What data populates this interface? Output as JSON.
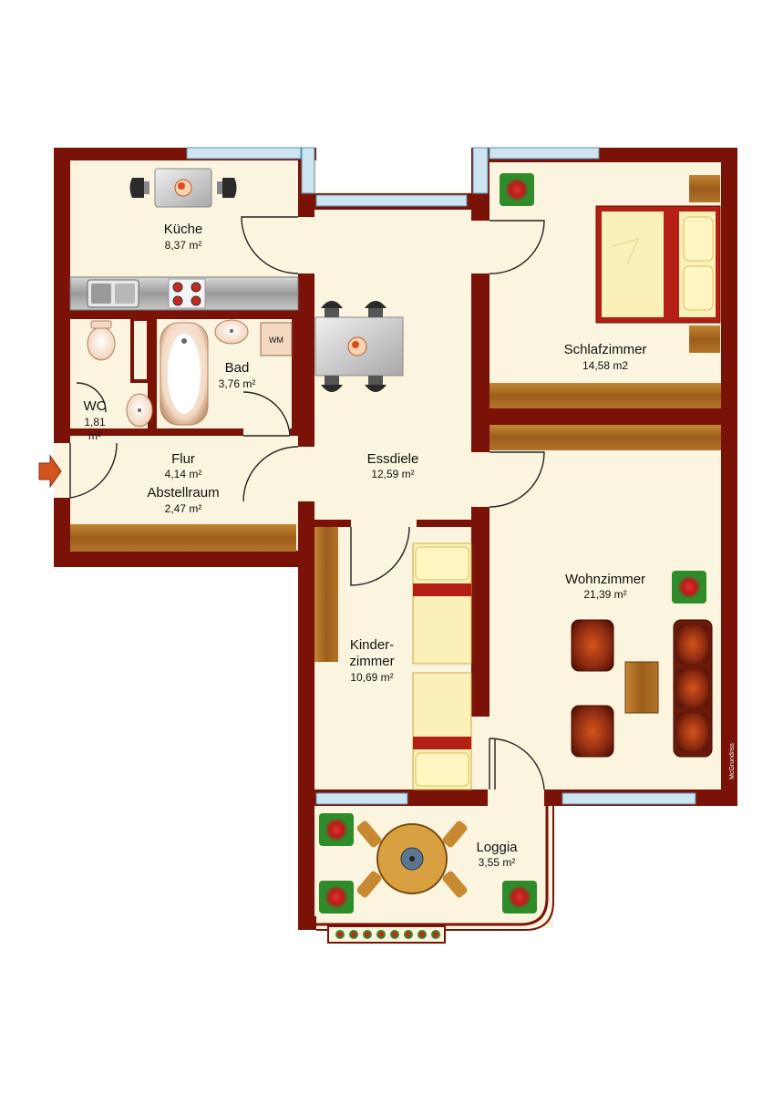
{
  "colors": {
    "wall": "#7a1208",
    "floor": "#fbf4df",
    "window_glass": "#cde4f1",
    "door_line": "#222222",
    "furniture_wood": "#a0641c",
    "bed_frame": "#b31f12",
    "bed_linen": "#fbf0b8",
    "sofa": "#8a2a10",
    "entry_arrow": "#d4541e"
  },
  "rooms": {
    "kueche": {
      "name": "Küche",
      "area": "8,37 m²"
    },
    "bad": {
      "name": "Bad",
      "area": "3,76 m²"
    },
    "wc": {
      "name": "WC",
      "area": "1,81",
      "area_unit": "m²"
    },
    "flur": {
      "name": "Flur",
      "area": "4,14 m²"
    },
    "abstellraum": {
      "name": "Abstellraum",
      "area": "2,47 m²"
    },
    "essdiele": {
      "name": "Essdiele",
      "area": "12,59 m²"
    },
    "schlafzimmer": {
      "name": "Schlafzimmer",
      "area": "14,58 m2"
    },
    "wohnzimmer": {
      "name": "Wohnzimmer",
      "area": "21,39 m²"
    },
    "kinderzimmer": {
      "name_line1": "Kinder-",
      "name_line2": "zimmer",
      "area": "10,69 m²"
    },
    "loggia": {
      "name": "Loggia",
      "area": "3,55 m²"
    }
  },
  "appliances": {
    "washing_machine": "WM"
  },
  "watermark": "McGrundriss",
  "icons": [
    "entry-arrow-icon",
    "plant-icon",
    "bed-icon",
    "table-icon",
    "chair-icon",
    "sink-icon",
    "stove-icon",
    "bathtub-icon",
    "toilet-icon",
    "armchair-icon",
    "sofa-icon",
    "umbrella-icon"
  ]
}
